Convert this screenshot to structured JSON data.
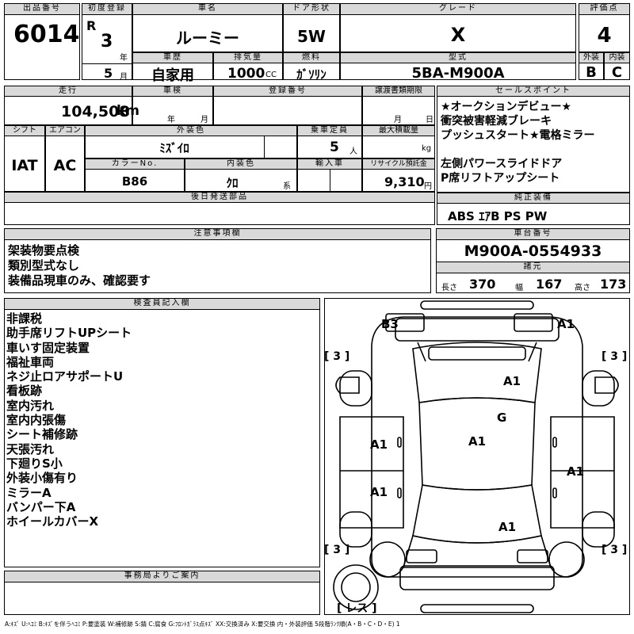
{
  "header": {
    "lot_label": "出品番号",
    "lot_value": "6014",
    "first_reg_label": "初度登録",
    "era": "R",
    "year_value": "3",
    "year_unit": "年",
    "month_value": "5",
    "month_unit": "月",
    "car_name_label": "車名",
    "car_name": "ルーミー",
    "door_label": "ドア形状",
    "door": "5W",
    "grade_label": "グレード",
    "grade": "X",
    "score_label": "評価点",
    "score": "4",
    "history_label": "車歴",
    "history": "自家用",
    "displacement_label": "排気量",
    "displacement": "1000",
    "cc": "CC",
    "fuel_label": "燃料",
    "fuel": "ｶﾞｿﾘﾝ",
    "model_label": "型式",
    "model": "5BA-M900A",
    "exterior_label": "外装",
    "exterior": "B",
    "interior_label": "内装",
    "interior": "C"
  },
  "row2": {
    "mileage_label": "走行",
    "mileage": "104,508",
    "km": "km",
    "inspection_label": "車検",
    "year_unit": "年",
    "month_unit": "月",
    "reg_label": "登録番号",
    "transfer_label": "譲渡書類期限",
    "month_unit2": "月",
    "day_unit": "日",
    "sales_label": "セールスポイント",
    "sales_lines": [
      "★オークションデビュー★",
      "衝突被害軽減ブレーキ",
      "プッシュスタート★電格ミラー",
      "",
      "左側パワースライドドア",
      "P席リフトアップシート"
    ],
    "shift_label": "シフト",
    "shift": "IAT",
    "ac_label": "エアコン",
    "ac": "AC",
    "ext_color_label": "外装色",
    "ext_color": "ﾐｽﾞｲﾛ",
    "seats_label": "乗車定員",
    "seats": "5",
    "seats_unit": "人",
    "load_label": "最大積載量",
    "load_unit": "kg",
    "color_no_label": "カラーNo.",
    "color_no": "B86",
    "int_color_label": "内装色",
    "int_color": "ｸﾛ",
    "int_color_unit": "系",
    "import_label": "輸入車",
    "recycle_label": "リサイクル預託金",
    "recycle": "9,310",
    "yen": "円",
    "later_label": "後日発送部品",
    "equip_label": "純正装備",
    "equip": "ABS ｴｱB PS PW"
  },
  "notes": {
    "label": "注意事項欄",
    "lines": [
      "架装物要点検",
      "類別型式なし",
      "装備品現車のみ、確認要す"
    ]
  },
  "chassis": {
    "label": "車台番号",
    "value": "M900A-0554933",
    "dims_label": "諸元",
    "length_label": "長さ",
    "length": "370",
    "width_label": "幅",
    "width": "167",
    "height_label": "高さ",
    "height": "173"
  },
  "inspector": {
    "label": "検査員記入欄",
    "lines": [
      "非課税",
      "助手席リフトUPシート",
      "車いす固定装置",
      "福祉車両",
      "ネジ止ロアサポートU",
      "看板跡",
      "室内汚れ",
      "室内内張傷",
      "シート補修跡",
      "天張汚れ",
      "下廻りS小",
      "外装小傷有り",
      "ミラーA",
      "バンパー下A",
      "ホイールカバーX"
    ]
  },
  "office": {
    "label": "事務局よりご案内"
  },
  "diagram": {
    "marks": [
      "B3",
      "A1",
      "A1",
      "G",
      "A1",
      "A1",
      "A1",
      "A1",
      "A1"
    ],
    "tires": [
      "[ 3 ]",
      "[ 3 ]",
      "[ 3 ]",
      "[ 3 ]"
    ],
    "spare": "[ レス ]"
  },
  "legend": "A:ｷｽﾞ U:ﾍｺﾐ B:ｷｽﾞを伴うﾍｺﾐ P:要塗装 W:補修跡 S:錆 C:腐食 G:ﾌﾛﾝﾄｶﾞﾗｽ点ｷｽﾞ XX:交換済み X:要交換 内・外装評価 5段階ﾗﾝｸ順(A・B・C・D・E) 1"
}
